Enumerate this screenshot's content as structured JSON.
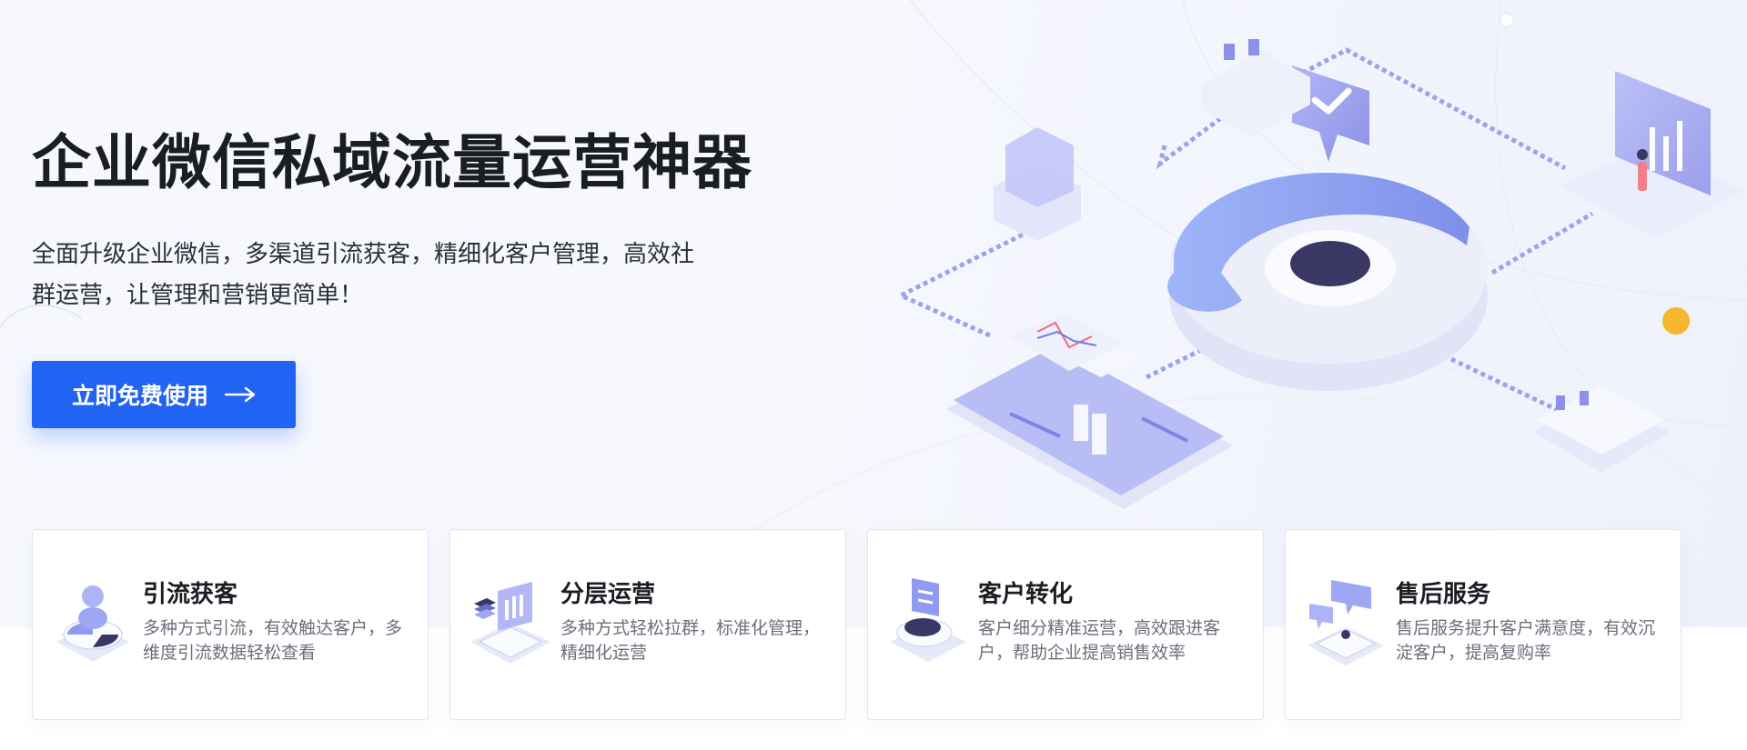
{
  "hero": {
    "title": "企业微信私域流量运营神器",
    "description": "全面升级企业微信，多渠道引流获客，精细化客户管理，高效社群运营，让管理和营销更简单！",
    "cta_label": "立即免费使用",
    "cta_icon": "arrow-right-icon",
    "cta_color": "#2163f2"
  },
  "features": [
    {
      "title": "引流获客",
      "description": "多种方式引流，有效触达客户，多维度引流数据轻松查看",
      "icon": "user-funnel-icon"
    },
    {
      "title": "分层运营",
      "description": "多种方式轻松拉群，标准化管理，精细化运营",
      "icon": "layered-laptop-icon"
    },
    {
      "title": "客户转化",
      "description": "客户细分精准运营，高效跟进客户，帮助企业提高销售效率",
      "icon": "conversion-exchange-icon"
    },
    {
      "title": "售后服务",
      "description": "售后服务提升客户满意度，有效沉淀客户，提高复购率",
      "icon": "chat-service-icon"
    }
  ],
  "colors": {
    "accent": "#2163f2",
    "illustration_primary": "#8f9bf0",
    "illustration_dark": "#3a3764",
    "decor_yellow": "#f5b52c"
  }
}
